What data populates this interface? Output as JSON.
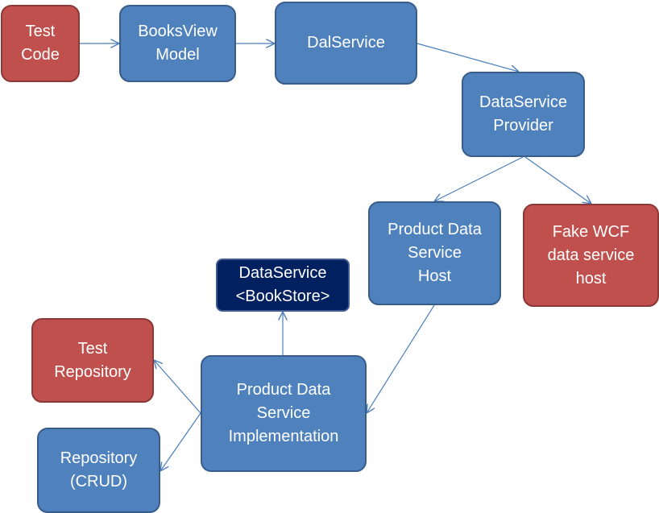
{
  "colors": {
    "blue_fill": "#4f81bd",
    "red_fill": "#c0504d",
    "navy_fill": "#002060",
    "edge": "#4a7ebb"
  },
  "nodes": {
    "test_code": "Test\nCode",
    "books_view_model": "BooksView\nModel",
    "dal_service": "DalService",
    "data_service_provider": "DataService\nProvider",
    "product_data_service_host": "Product Data\nService\nHost",
    "fake_wcf_host": "Fake WCF\ndata service\nhost",
    "data_service_bookstore": "DataService\n<BookStore>",
    "test_repository": "Test\nRepository",
    "product_data_service_impl": "Product Data\nService\nImplementation",
    "repository_crud": "Repository\n(CRUD)"
  }
}
